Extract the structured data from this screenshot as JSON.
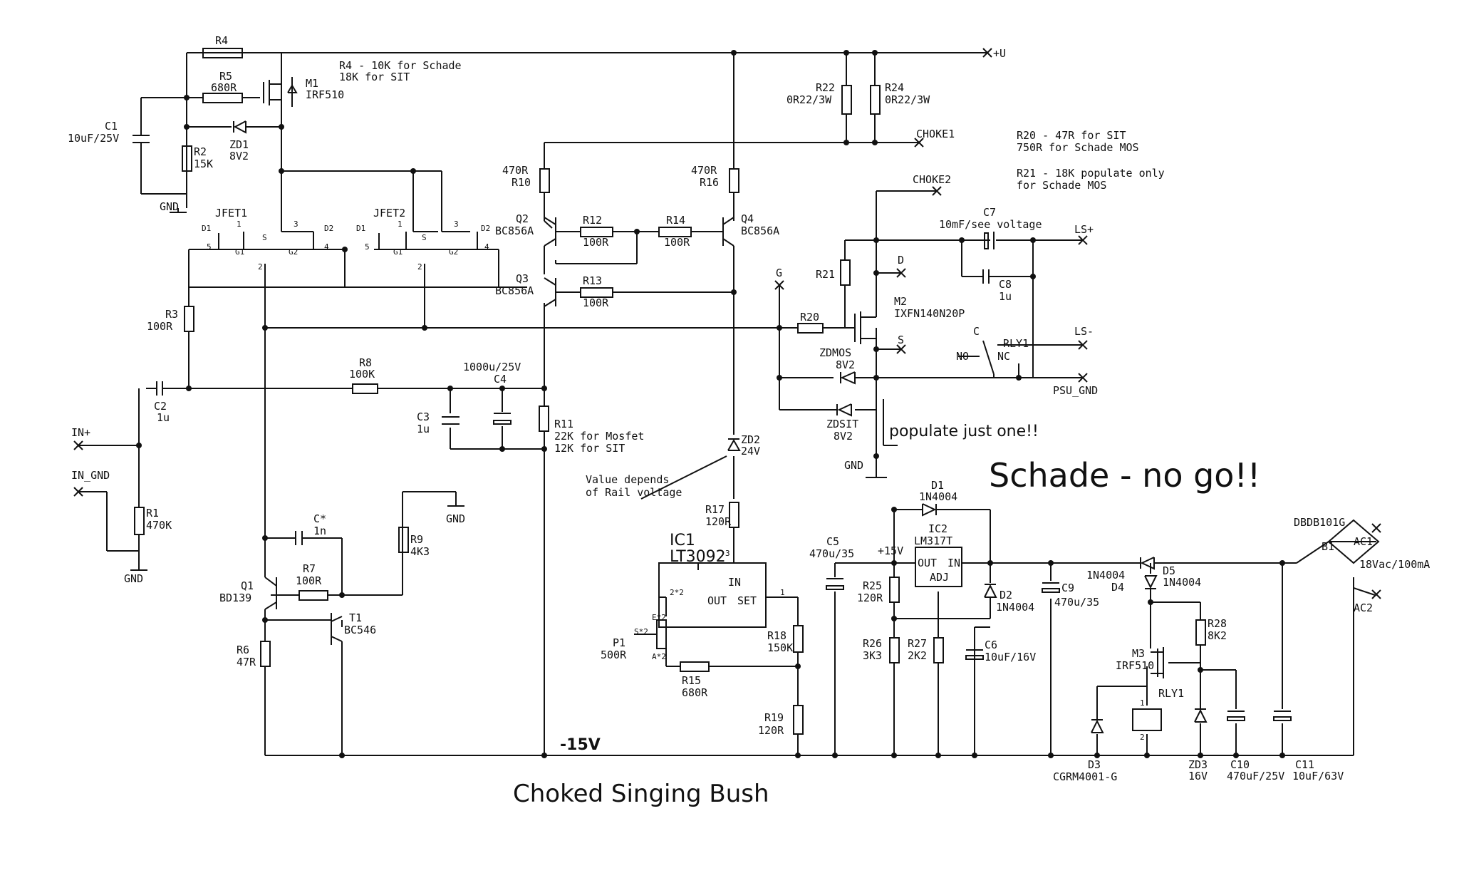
{
  "title": "Choked Singing Bush",
  "headline": "Schade - no go!!",
  "notes": {
    "r4": [
      "R4 - 10K for Schade",
      "18K for SIT"
    ],
    "r20": [
      "R20 - 47R for SIT",
      "750R for Schade MOS"
    ],
    "r21": [
      "R21 - 18K populate only",
      "for Schade MOS"
    ],
    "r11": [
      "22K for Mosfet",
      "12K for SIT"
    ],
    "zd2": [
      "Value depends",
      "of Rail voltage"
    ],
    "populate": "populate just one!!"
  },
  "rails": {
    "plus": "+U",
    "minus": "-15V",
    "plus15": "+15V"
  },
  "terminals": {
    "in_plus": "IN+",
    "in_gnd": "IN_GND",
    "choke1": "CHOKE1",
    "choke2": "CHOKE2",
    "ls_plus": "LS+",
    "ls_minus": "LS-",
    "psu_gnd": "PSU_GND",
    "g": "G",
    "d": "D",
    "s": "S",
    "ac1": "AC1",
    "ac2": "AC2",
    "gnd": "GND",
    "no": "NO",
    "nc": "NC",
    "c": "C"
  },
  "components": {
    "R1": [
      "R1",
      "470K"
    ],
    "R2": [
      "R2",
      "15K"
    ],
    "R3": [
      "R3",
      "100R"
    ],
    "R4": [
      "R4"
    ],
    "R5": [
      "R5",
      "680R"
    ],
    "R6": [
      "R6",
      "47R"
    ],
    "R7": [
      "R7",
      "100R"
    ],
    "R8": [
      "R8",
      "100K"
    ],
    "R9": [
      "R9",
      "4K3"
    ],
    "R10": [
      "470R",
      "R10"
    ],
    "R11": [
      "R11"
    ],
    "R12": [
      "R12",
      "100R"
    ],
    "R13": [
      "R13",
      "100R"
    ],
    "R14": [
      "R14",
      "100R"
    ],
    "R15": [
      "R15",
      "680R"
    ],
    "R16": [
      "470R",
      "R16"
    ],
    "R17": [
      "R17",
      "120R"
    ],
    "R18": [
      "R18",
      "150K"
    ],
    "R19": [
      "R19",
      "120R"
    ],
    "R20": [
      "R20"
    ],
    "R21": [
      "R21"
    ],
    "R22": [
      "R22",
      "0R22/3W"
    ],
    "R24": [
      "R24",
      "0R22/3W"
    ],
    "R25": [
      "R25",
      "120R"
    ],
    "R26": [
      "R26",
      "3K3"
    ],
    "R27": [
      "R27",
      "2K2"
    ],
    "R28": [
      "R28",
      "8K2"
    ],
    "C1": [
      "C1",
      "10uF/25V"
    ],
    "C2": [
      "C2",
      "1u"
    ],
    "C3": [
      "C3",
      "1u"
    ],
    "C4": [
      "1000u/25V",
      "C4"
    ],
    "Cx": [
      "C*",
      "1n"
    ],
    "C5": [
      "C5",
      "470u/35"
    ],
    "C6": [
      "C6",
      "10uF/16V"
    ],
    "C7": [
      "C7",
      "10mF/see voltage"
    ],
    "C8": [
      "C8",
      "1u"
    ],
    "C9": [
      "C9",
      "470u/35"
    ],
    "C10": [
      "C10",
      "470uF/25V"
    ],
    "C11": [
      "C11",
      "10uF/63V"
    ],
    "M1": [
      "M1",
      "IRF510"
    ],
    "M2": [
      "M2",
      "IXFN140N20P"
    ],
    "M3": [
      "M3",
      "IRF510"
    ],
    "Q1": [
      "Q1",
      "BD139"
    ],
    "T1": [
      "T1",
      "BC546"
    ],
    "Q2": [
      "Q2",
      "BC856A"
    ],
    "Q3": [
      "Q3",
      "BC856A"
    ],
    "Q4": [
      "Q4",
      "BC856A"
    ],
    "ZD1": [
      "ZD1",
      "8V2"
    ],
    "ZD2": [
      "ZD2",
      "24V"
    ],
    "ZD3": [
      "ZD3",
      "16V"
    ],
    "ZDMOS": [
      "ZDMOS",
      "8V2"
    ],
    "ZDSIT": [
      "ZDSIT",
      "8V2"
    ],
    "D1": [
      "D1",
      "1N4004"
    ],
    "D2": [
      "D2",
      "1N4004"
    ],
    "D3": [
      "D3",
      "CGRM4001-G"
    ],
    "D4": [
      "1N4004",
      "D4"
    ],
    "D5": [
      "D5",
      "1N4004"
    ],
    "IC1": [
      "IC1",
      "LT3092"
    ],
    "IC2": [
      "IC2",
      "LM317T"
    ],
    "P1": [
      "P1",
      "500R"
    ],
    "B1": [
      "B1",
      "DBDB101G"
    ],
    "RLY1": [
      "RLY1"
    ],
    "RLY1b": [
      "RLY1"
    ],
    "JFET1": [
      "JFET1"
    ],
    "JFET2": [
      "JFET2"
    ],
    "ac": [
      "18Vac/100mA"
    ]
  },
  "pins": {
    "jfet": [
      "D1",
      "1",
      "3",
      "D2",
      "5",
      "G1",
      "S",
      "G2",
      "4",
      "2"
    ],
    "ic1": [
      "IN",
      "OUT",
      "SET",
      "1",
      "3",
      "2*2"
    ],
    "ic2": [
      "OUT",
      "IN",
      "ADJ"
    ],
    "p1": [
      "S*2",
      "E*2",
      "A*2"
    ],
    "rly": [
      "1",
      "2"
    ]
  }
}
